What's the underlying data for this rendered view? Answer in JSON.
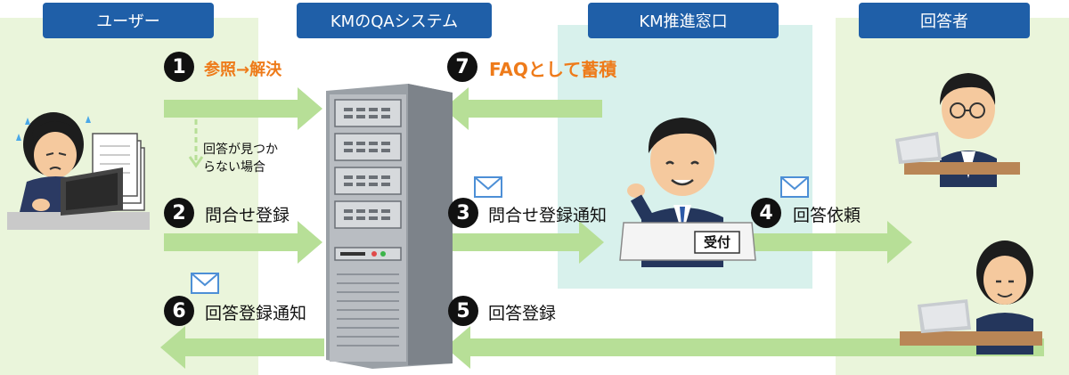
{
  "lanes": {
    "user": "ユーザー",
    "system": "KMのQAシステム",
    "desk": "KM推進窓口",
    "answerer": "回答者"
  },
  "steps": {
    "s1": {
      "num": "1",
      "label": "参照→解決"
    },
    "s2": {
      "num": "2",
      "label": "問合せ登録"
    },
    "s3": {
      "num": "3",
      "label": "問合せ登録通知"
    },
    "s4": {
      "num": "4",
      "label": "回答依頼"
    },
    "s5": {
      "num": "5",
      "label": "回答登録"
    },
    "s6": {
      "num": "6",
      "label": "回答登録通知"
    },
    "s7": {
      "num": "7",
      "label": "FAQとして蓄積"
    }
  },
  "note": {
    "line1": "回答が見つか",
    "line2": "らない場合"
  },
  "desk_sign": "受付",
  "colors": {
    "header": "#1f5fa8",
    "arrow": "#b7df97",
    "accent": "#ee7b1a",
    "lane_green": "#eaf5db",
    "lane_teal": "#d8f1ec"
  },
  "icons": [
    "mail-icon",
    "server-illustration",
    "worried-user-illustration",
    "receptionist-illustration",
    "answerer-male-illustration",
    "answerer-female-illustration"
  ]
}
